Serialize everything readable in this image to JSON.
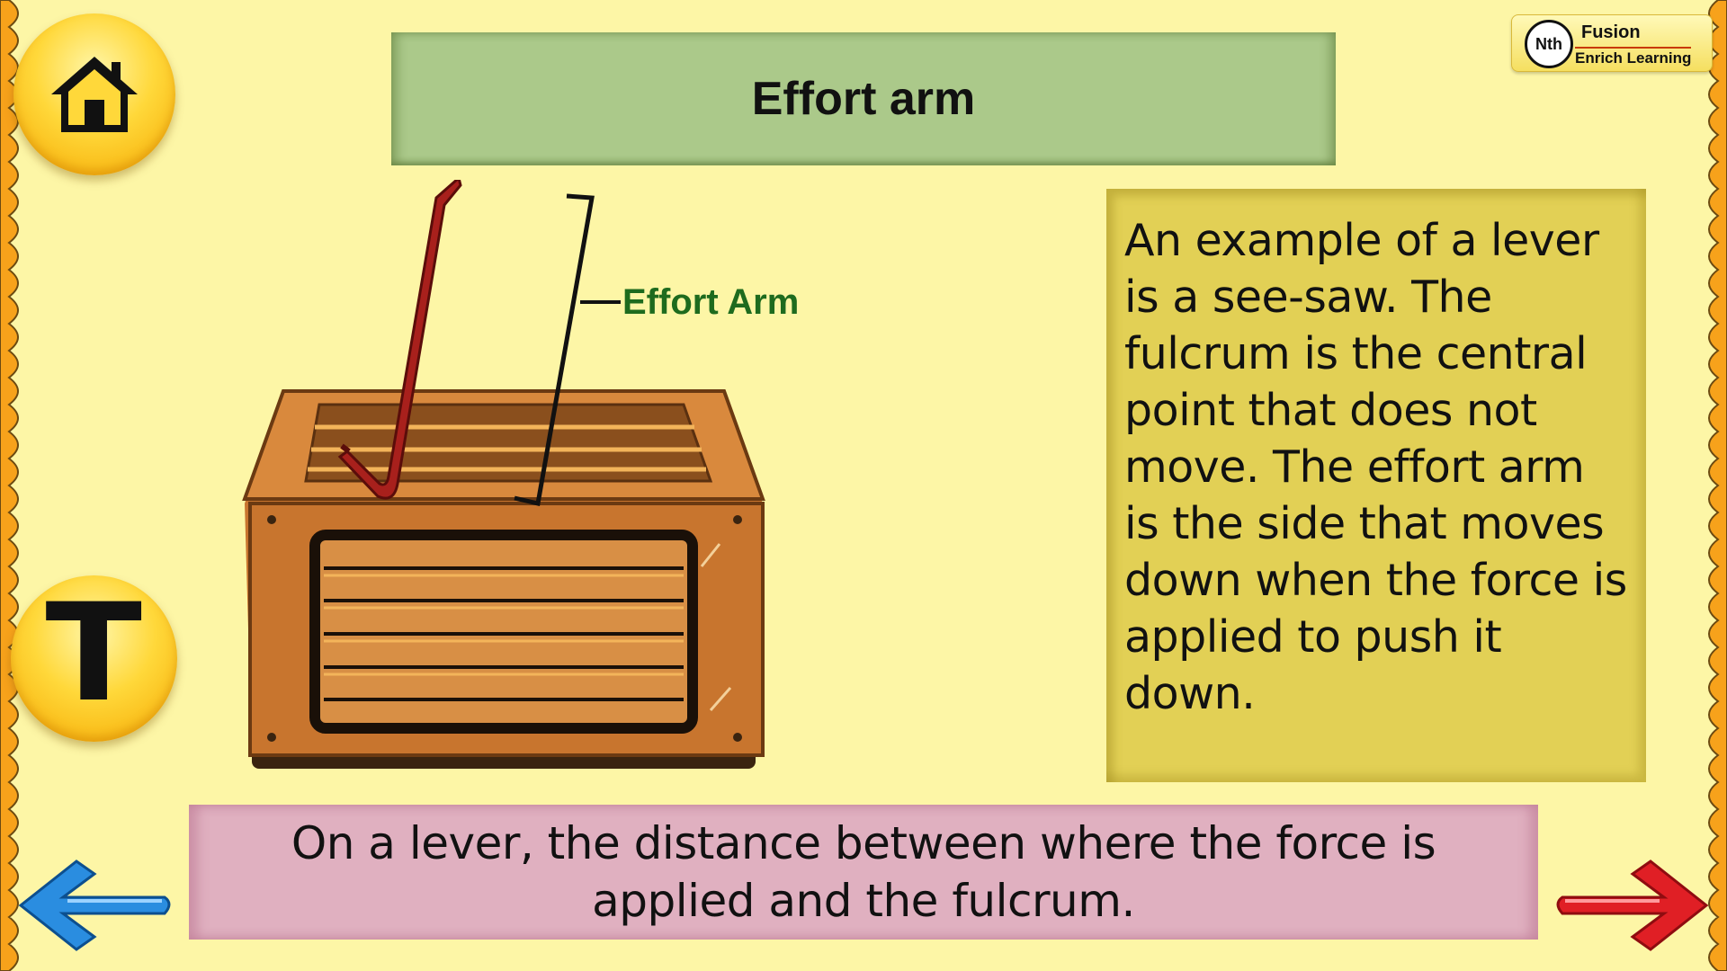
{
  "header": {
    "title": "Effort arm"
  },
  "logo": {
    "badge": "Nth",
    "line1": "Fusion",
    "line2": "Enrich Learning"
  },
  "nav": {
    "home_icon": "house-icon",
    "text_toggle_label": "T",
    "back_icon": "left-arrow-icon",
    "next_icon": "right-arrow-icon"
  },
  "illustration": {
    "label": "Effort Arm",
    "label_color": "#1e6b1e",
    "crowbar_color": "#a8201c"
  },
  "info_panel": {
    "text": "An example of a lever is a see-saw. The fulcrum is the central point that does not move. The effort arm is the side that moves down when the force is applied to push it down."
  },
  "definition": {
    "text": "On a lever,  the distance between where the force is applied and the fulcrum."
  },
  "colors": {
    "background": "#fdf6a6",
    "border_orange": "#f7a21b",
    "title_bar": "#abc98a",
    "info_panel": "#e2d055",
    "definition_bar": "#e0b0c0"
  }
}
